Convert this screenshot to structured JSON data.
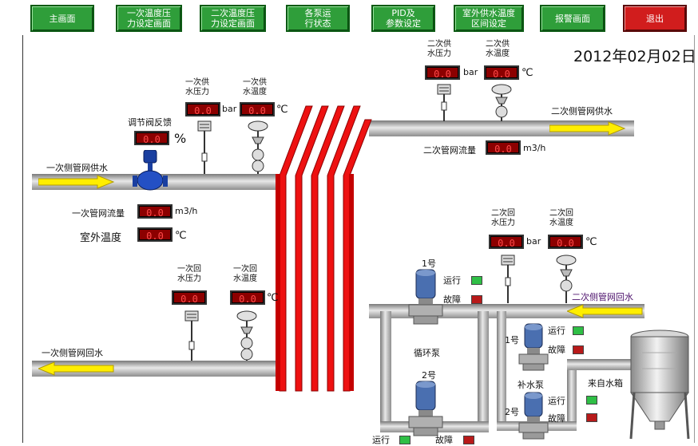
{
  "nav": {
    "main": "主画面",
    "primary_pressure": "一次温度压\n力设定画面",
    "secondary_pressure": "二次温度压\n力设定画面",
    "pump_status": "各泵运\n行状态",
    "pid": "PID及\n参数设定",
    "outdoor_interval": "室外供水温度\n区间设定",
    "alarm": "报警画面",
    "exit": "退出"
  },
  "date": "2012年02月02日",
  "primary": {
    "supply_label": "一次侧管网供水",
    "return_label": "一次侧管网回水",
    "valve_feedback_label": "调节阀反馈",
    "valve_feedback_value": "0.0",
    "valve_feedback_unit": "%",
    "supply_pressure_label": "一次供\n水压力",
    "supply_pressure_value": "0.0",
    "supply_pressure_unit": "bar",
    "supply_temp_label": "一次供\n水温度",
    "supply_temp_value": "0.0",
    "supply_temp_unit": "℃",
    "flow_label": "一次管网流量",
    "flow_value": "0.0",
    "flow_unit": "m3/h",
    "outdoor_temp_label": "室外温度",
    "outdoor_temp_value": "0.0",
    "outdoor_temp_unit": "℃",
    "return_pressure_label": "一次回\n水压力",
    "return_pressure_value": "0.0",
    "return_temp_label": "一次回\n水温度",
    "return_temp_value": "0.0"
  },
  "secondary": {
    "supply_label": "二次侧管网供水",
    "return_label": "二次侧管网回水",
    "supply_pressure_label": "二次供\n水压力",
    "supply_pressure_value": "0.0",
    "supply_pressure_unit": "bar",
    "supply_temp_label": "二次供\n水温度",
    "supply_temp_value": "0.0",
    "supply_temp_unit": "℃",
    "flow_label": "二次管网流量",
    "flow_value": "0.0",
    "flow_unit": "m3/h",
    "return_pressure_label": "二次回\n水压力",
    "return_pressure_value": "0.0",
    "return_temp_label": "二次回\n水温度",
    "return_temp_value": "0.0"
  },
  "pumps": {
    "circ_label": "循环泵",
    "makeup_label": "补水泵",
    "pump1_no": "1号",
    "pump2_no": "2号",
    "run_label": "运行",
    "fault_label": "故障",
    "tank_label": "来自水箱"
  },
  "colors": {
    "nav_green": "#2f9e3a",
    "exit_red": "#d11d1d",
    "exchanger_red": "#ee1111",
    "arrow_yellow": "#ffee00",
    "display_bg": "#8c0000",
    "run_green": "#2fbf46",
    "fault_red": "#b81a1a"
  }
}
